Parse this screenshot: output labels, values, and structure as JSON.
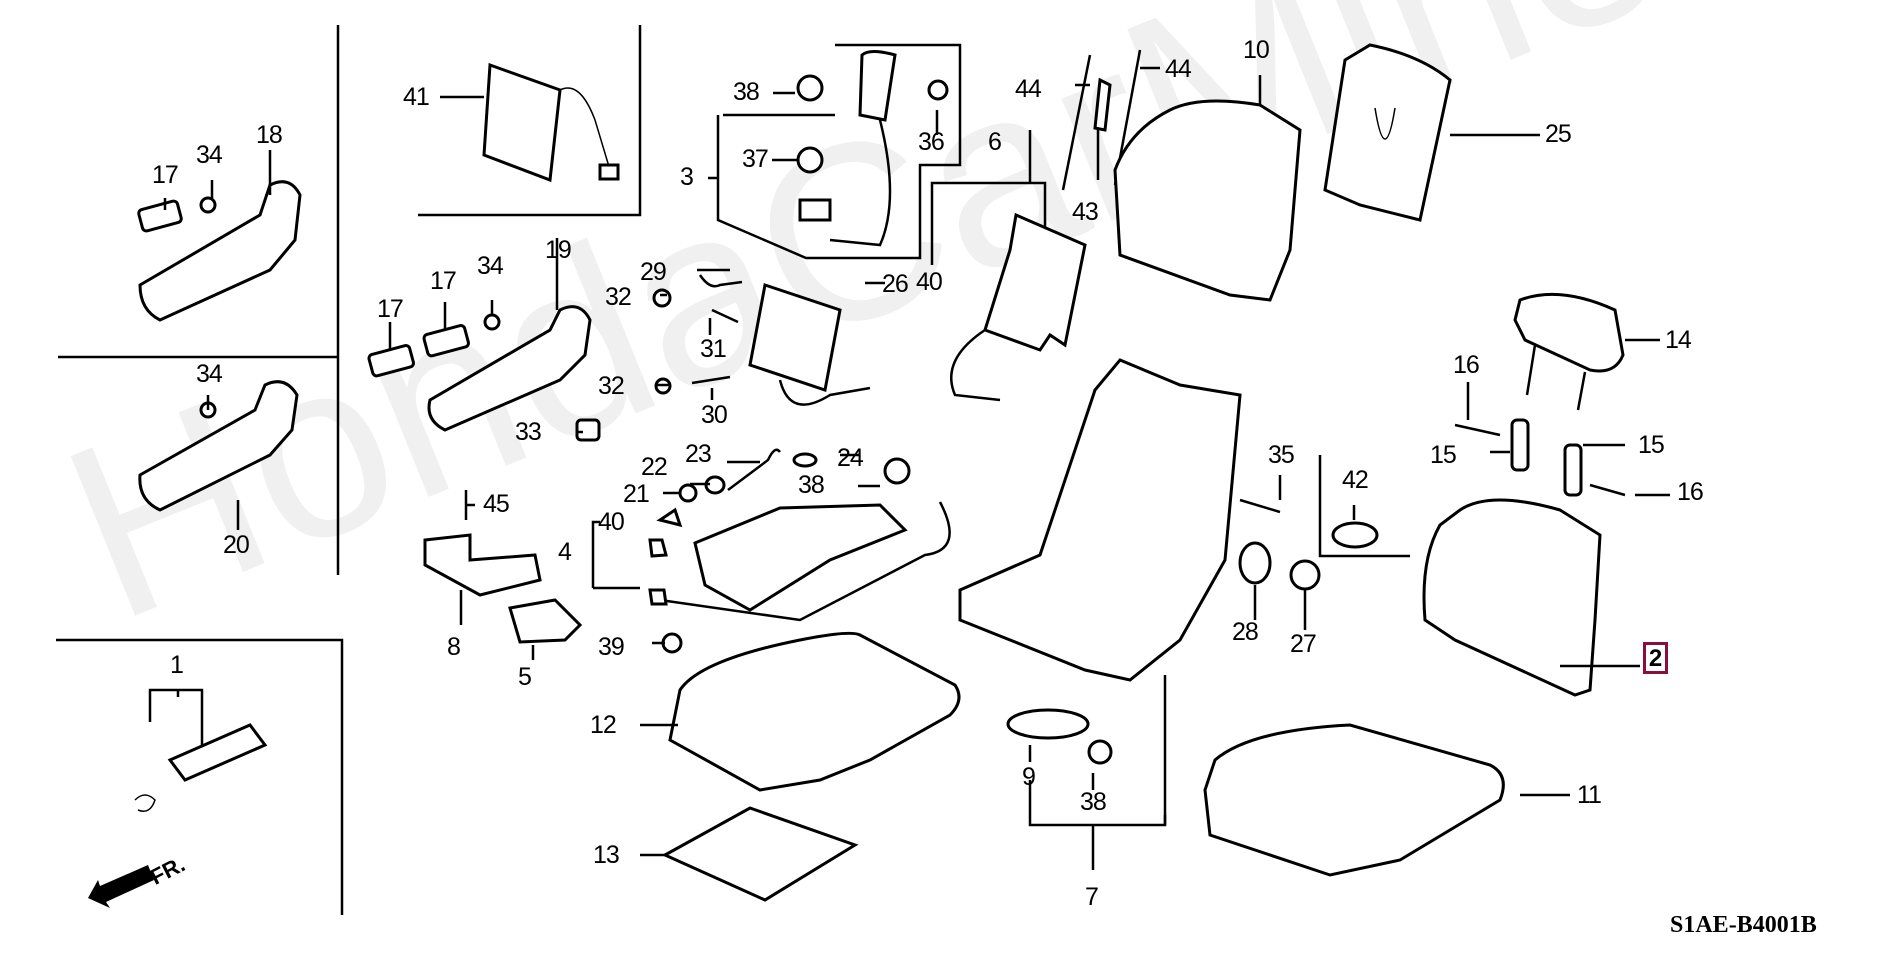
{
  "diagram": {
    "title": "Front Seat (Driver Side) Parts Diagram",
    "watermark": "HondaCarMine.ru",
    "code": "S1AE-B4001B",
    "direction_indicator": "FR.",
    "highlighted_part": "2",
    "highlight_color": "#8b0f3c",
    "labels": [
      {
        "id": "17a",
        "text": "17"
      },
      {
        "id": "34a",
        "text": "34"
      },
      {
        "id": "18",
        "text": "18"
      },
      {
        "id": "41",
        "text": "41"
      },
      {
        "id": "17b",
        "text": "17"
      },
      {
        "id": "17c",
        "text": "17"
      },
      {
        "id": "34b",
        "text": "34"
      },
      {
        "id": "19",
        "text": "19"
      },
      {
        "id": "34c",
        "text": "34"
      },
      {
        "id": "20",
        "text": "20"
      },
      {
        "id": "1",
        "text": "1"
      },
      {
        "id": "38a",
        "text": "38"
      },
      {
        "id": "37",
        "text": "37"
      },
      {
        "id": "3",
        "text": "3"
      },
      {
        "id": "36",
        "text": "36"
      },
      {
        "id": "6",
        "text": "6"
      },
      {
        "id": "40a",
        "text": "40"
      },
      {
        "id": "44a",
        "text": "44"
      },
      {
        "id": "44b",
        "text": "44"
      },
      {
        "id": "43",
        "text": "43"
      },
      {
        "id": "10",
        "text": "10"
      },
      {
        "id": "25",
        "text": "25"
      },
      {
        "id": "14",
        "text": "14"
      },
      {
        "id": "29",
        "text": "29"
      },
      {
        "id": "32a",
        "text": "32"
      },
      {
        "id": "26",
        "text": "26"
      },
      {
        "id": "31",
        "text": "31"
      },
      {
        "id": "32b",
        "text": "32"
      },
      {
        "id": "30",
        "text": "30"
      },
      {
        "id": "33",
        "text": "33"
      },
      {
        "id": "23",
        "text": "23"
      },
      {
        "id": "24",
        "text": "24"
      },
      {
        "id": "22",
        "text": "22"
      },
      {
        "id": "21",
        "text": "21"
      },
      {
        "id": "38b",
        "text": "38"
      },
      {
        "id": "45",
        "text": "45"
      },
      {
        "id": "40b",
        "text": "40"
      },
      {
        "id": "4",
        "text": "4"
      },
      {
        "id": "8",
        "text": "8"
      },
      {
        "id": "5",
        "text": "5"
      },
      {
        "id": "39",
        "text": "39"
      },
      {
        "id": "12",
        "text": "12"
      },
      {
        "id": "13",
        "text": "13"
      },
      {
        "id": "9",
        "text": "9"
      },
      {
        "id": "38c",
        "text": "38"
      },
      {
        "id": "7",
        "text": "7"
      },
      {
        "id": "35",
        "text": "35"
      },
      {
        "id": "28",
        "text": "28"
      },
      {
        "id": "27",
        "text": "27"
      },
      {
        "id": "42",
        "text": "42"
      },
      {
        "id": "16a",
        "text": "16"
      },
      {
        "id": "15a",
        "text": "15"
      },
      {
        "id": "15b",
        "text": "15"
      },
      {
        "id": "16b",
        "text": "16"
      },
      {
        "id": "11",
        "text": "11"
      }
    ]
  }
}
